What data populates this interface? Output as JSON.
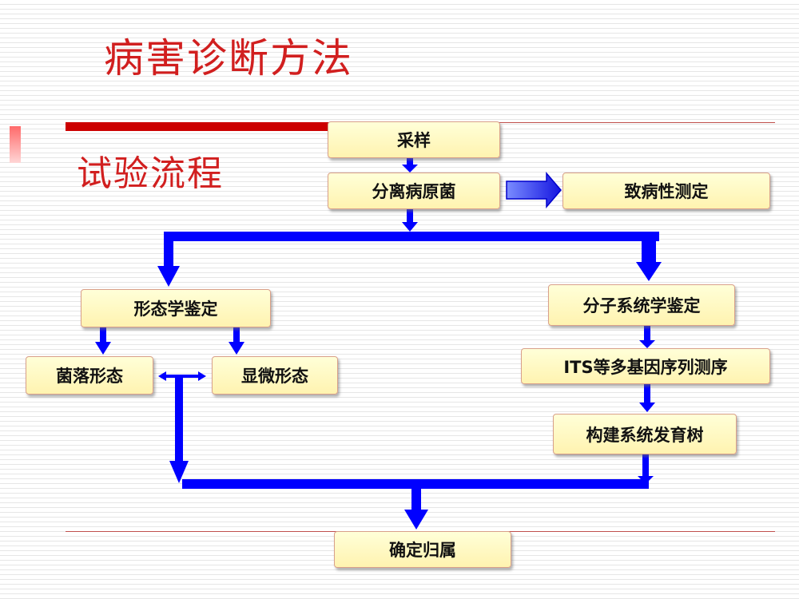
{
  "title": "病害诊断方法",
  "subtitle": "试验流程",
  "colors": {
    "title_red": "#d11f1f",
    "arrow_blue": "#0000ff",
    "node_fill": "#ffffd8",
    "node_border": "#d9a08a",
    "rule_red": "#cc0000"
  },
  "nodes": {
    "sampling": "采样",
    "isolation": "分离病原菌",
    "pathogenicity": "致病性测定",
    "morphology": "形态学鉴定",
    "molecular": "分子系统学鉴定",
    "colony": "菌落形态",
    "microscopic": "显微形态",
    "its": "ITS等多基因序列测序",
    "phylogeny": "构建系统发育树",
    "classification": "确定归属"
  }
}
